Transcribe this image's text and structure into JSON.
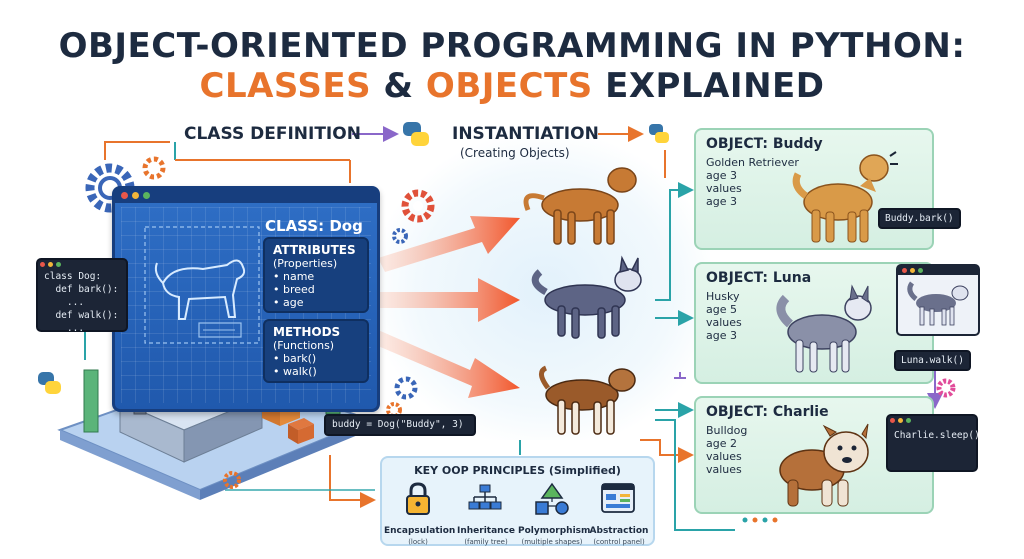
{
  "title": {
    "line1": "OBJECT-ORIENTED PROGRAMMING IN PYTHON:",
    "line2_part1": "CLASSES",
    "line2_amp": " & ",
    "line2_part2": "OBJECTS",
    "line2_part3": " EXPLAINED"
  },
  "sections": {
    "class_definition": "CLASS DEFINITION",
    "instantiation": "INSTANTIATION",
    "instantiation_sub": "(Creating Objects)"
  },
  "class_window": {
    "title": "CLASS: Dog",
    "attributes_heading": "ATTRIBUTES",
    "attributes_sub": "(Properties)",
    "attributes": [
      "name",
      "breed",
      "age"
    ],
    "methods_heading": "METHODS",
    "methods_sub": "(Functions)",
    "methods": [
      "bark()",
      "walk()"
    ]
  },
  "code_snippet": {
    "lines": [
      "class Dog:",
      "  def bark():",
      "    ...",
      "  def walk():",
      "    ..."
    ]
  },
  "instantiation_code": "buddy = Dog(\"Buddy\", 3)",
  "objects": [
    {
      "title": "OBJECT: Buddy",
      "lines": [
        "Golden Retriever",
        "age 3",
        "values",
        "age 3"
      ],
      "method": "Buddy.bark()"
    },
    {
      "title": "OBJECT: Luna",
      "lines": [
        "Husky",
        "age 5",
        "values",
        "age 3"
      ],
      "method": "Luna.walk()"
    },
    {
      "title": "OBJECT: Charlie",
      "lines": [
        "Bulldog",
        "age 2",
        "values",
        "values"
      ],
      "method": "Charlie.sleep()"
    }
  ],
  "principles": {
    "title": "KEY OOP PRINCIPLES (Simplified)",
    "items": [
      {
        "name": "Encapsulation",
        "note": "(lock)",
        "icon": "lock-icon"
      },
      {
        "name": "Inheritance",
        "note": "(family tree)",
        "icon": "family-tree-icon"
      },
      {
        "name": "Polymorphism",
        "note": "(multiple shapes)",
        "icon": "shapes-icon"
      },
      {
        "name": "Abstraction",
        "note": "(control panel)",
        "icon": "control-panel-icon"
      }
    ]
  },
  "colors": {
    "title_dark": "#1d2b40",
    "title_orange": "#e8742c",
    "class_blue": "#2f6fc6",
    "arrow_orange": "#f26a3b",
    "card_green": "#d5efe2",
    "python_blue": "#3775a9",
    "python_yellow": "#ffd43b"
  }
}
